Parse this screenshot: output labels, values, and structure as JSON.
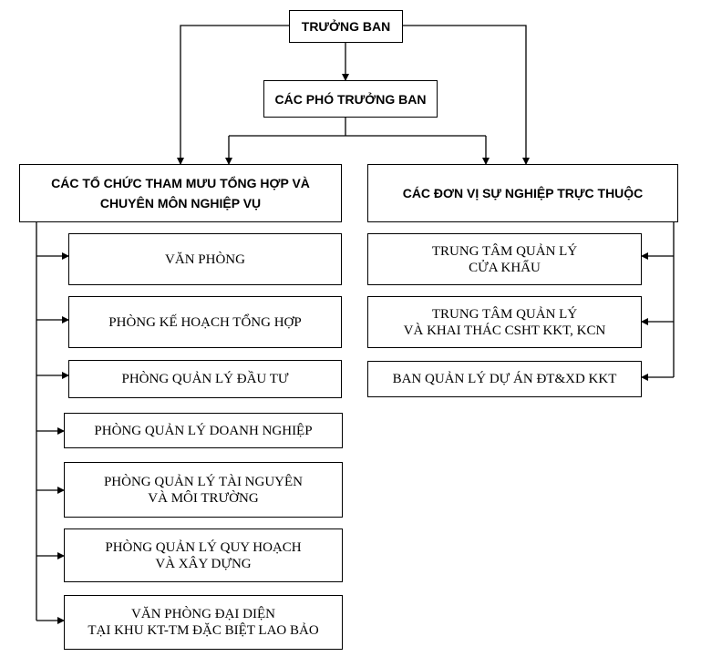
{
  "head": "TRƯỞNG BAN",
  "deputies": "CÁC PHÓ TRƯỞNG BAN",
  "left_group": {
    "title": "CÁC TỔ CHỨC THAM MƯU TỔNG HỢP VÀ\nCHUYÊN MÔN NGHIỆP VỤ",
    "units": [
      "VĂN PHÒNG",
      "PHÒNG KẾ HOẠCH TỔNG HỢP",
      "PHÒNG QUẢN LÝ ĐẦU TƯ",
      "PHÒNG QUẢN LÝ DOANH NGHIỆP",
      "PHÒNG QUẢN LÝ TÀI NGUYÊN\nVÀ MÔI TRƯỜNG",
      "PHÒNG QUẢN LÝ QUY HOẠCH\nVÀ XÂY DỰNG",
      "VĂN PHÒNG ĐẠI DIỆN\nTẠI KHU KT-TM ĐẶC BIỆT LAO BẢO"
    ]
  },
  "right_group": {
    "title": "CÁC ĐƠN VỊ SỰ NGHIỆP TRỰC THUỘC",
    "units": [
      "TRUNG TÂM QUẢN LÝ\nCỬA KHẨU",
      "TRUNG TÂM QUẢN LÝ\nVÀ KHAI THÁC CSHT KKT, KCN",
      "BAN QUẢN LÝ DỰ ÁN ĐT&XD KKT"
    ]
  }
}
